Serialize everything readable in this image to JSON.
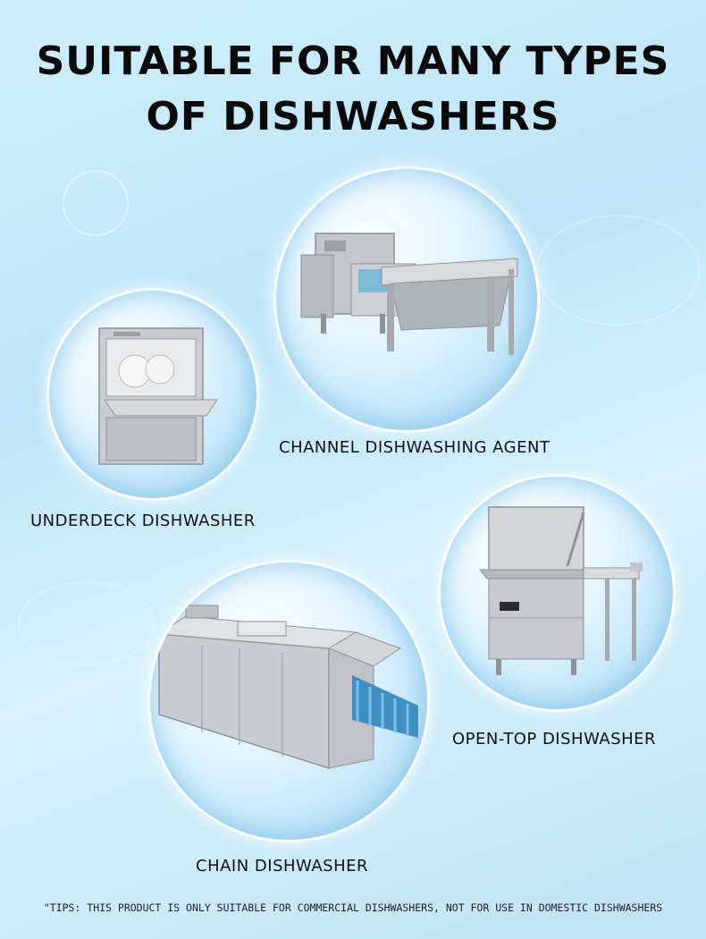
{
  "title_line1": "SUITABLE FOR MANY TYPES",
  "title_line2": "OF DISHWASHERS",
  "machines": [
    {
      "label": "CHANNEL DISHWASHING AGENT",
      "icon": "channel-dishwasher-icon"
    },
    {
      "label": "UNDERDECK DISHWASHER",
      "icon": "underdeck-dishwasher-icon"
    },
    {
      "label": "OPEN-TOP DISHWASHER",
      "icon": "open-top-dishwasher-icon"
    },
    {
      "label": "CHAIN DISHWASHER",
      "icon": "chain-dishwasher-icon"
    }
  ],
  "tips": "\"TIPS: THIS PRODUCT IS ONLY SUITABLE FOR COMMERCIAL DISHWASHERS, NOT FOR USE IN DOMESTIC DISHWASHERS",
  "colors": {
    "background": "#cfeefc",
    "title": "#0a0a0a",
    "steel": "#c9ccd0"
  }
}
